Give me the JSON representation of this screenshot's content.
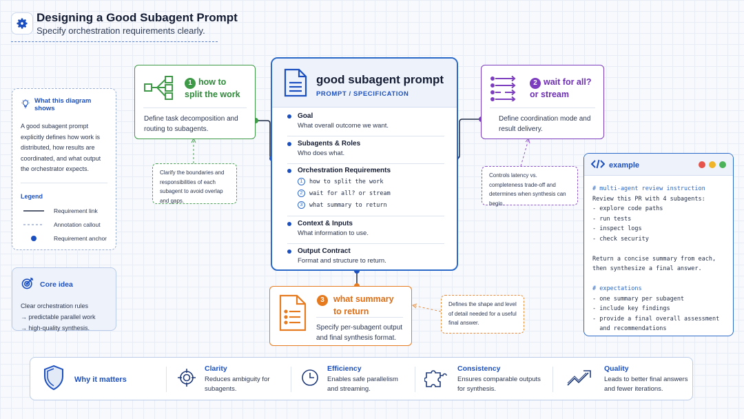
{
  "header": {
    "title": "Designing a Good Subagent Prompt",
    "subtitle": "Specify orchestration requirements clearly."
  },
  "what_panel": {
    "title": "What this diagram shows",
    "description": "A good subagent prompt explicitly defines how work is distributed, how results are coordinated, and what output the orchestrator expects.",
    "legend_title": "Legend",
    "legend": [
      "Requirement link",
      "Annotation callout",
      "Requirement anchor"
    ]
  },
  "core_idea": {
    "title": "Core idea",
    "lines": [
      "Clear orchestration rules",
      "→ predictable parallel work",
      "→ high-quality synthesis."
    ]
  },
  "box1": {
    "number": "1",
    "title_line1": "how to",
    "title_line2": "split the work",
    "description": "Define task decomposition and routing to subagents.",
    "callout": "Clarify the boundaries and responsibilities of each subagent to avoid overlap and gaps.",
    "color": "#3e9a47"
  },
  "box2": {
    "number": "2",
    "title_line1": "wait for all?",
    "title_line2": "or stream",
    "description": "Define coordination mode and result delivery.",
    "callout": "Controls latency vs. completeness trade-off and determines when synthesis can begin.",
    "color": "#7d3dbf"
  },
  "box3": {
    "number": "3",
    "title_line1": "what summary",
    "title_line2": "to return",
    "description": "Specify per-subagent output and final synthesis format.",
    "callout": "Defines the shape and level of detail needed for a useful final answer.",
    "color": "#e67a1f"
  },
  "card": {
    "title": "good subagent prompt",
    "subtitle": "PROMPT / SPECIFICATION",
    "sections": [
      {
        "heading": "Goal",
        "text": "What overall outcome we want."
      },
      {
        "heading": "Subagents & Roles",
        "text": "Who does what."
      },
      {
        "heading": "Orchestration Requirements",
        "items": [
          {
            "n": "1",
            "text": "how to split the work"
          },
          {
            "n": "2",
            "text": "wait for all? or stream"
          },
          {
            "n": "3",
            "text": "what summary to return"
          }
        ]
      },
      {
        "heading": "Context & Inputs",
        "text": "What information to use."
      },
      {
        "heading": "Output Contract",
        "text": "Format and structure to return."
      }
    ]
  },
  "example": {
    "title": "example",
    "lines": [
      {
        "text": "# multi-agent review instruction",
        "comment": true
      },
      {
        "text": "Review this PR with 4 subagents:"
      },
      {
        "text": "- explore code paths"
      },
      {
        "text": "- run tests"
      },
      {
        "text": "- inspect logs"
      },
      {
        "text": "- check security"
      },
      {
        "text": ""
      },
      {
        "text": "Return a concise summary from each,"
      },
      {
        "text": "then synthesize a final answer."
      },
      {
        "text": ""
      },
      {
        "text": "# expectations",
        "comment": true
      },
      {
        "text": "- one summary per subagent"
      },
      {
        "text": "- include key findings"
      },
      {
        "text": "- provide a final overall assessment"
      },
      {
        "text": "  and recommendations"
      }
    ]
  },
  "why": {
    "title": "Why it matters",
    "items": [
      {
        "title": "Clarity",
        "line1": "Reduces ambiguity for",
        "line2": "subagents.",
        "icon": "target-icon"
      },
      {
        "title": "Efficiency",
        "line1": "Enables safe parallelism",
        "line2": "and streaming.",
        "icon": "clock-icon"
      },
      {
        "title": "Consistency",
        "line1": "Ensures comparable outputs",
        "line2": "for synthesis.",
        "icon": "puzzle-icon"
      },
      {
        "title": "Quality",
        "line1": "Leads to better final answers",
        "line2": "and fewer iterations.",
        "icon": "trend-up-icon"
      }
    ]
  }
}
